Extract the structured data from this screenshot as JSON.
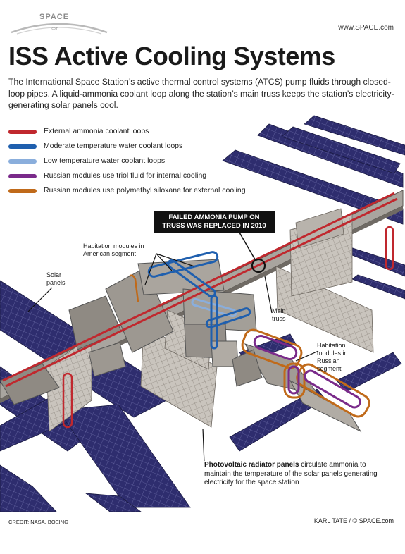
{
  "header": {
    "logo_text": "SPACE",
    "logo_suffix": ".com",
    "site_url": "www.SPACE.com"
  },
  "title": "ISS Active Cooling Systems",
  "intro": "The International Space Station’s active thermal control systems (ATCS) pump fluids through closed-loop pipes. A liquid-ammonia coolant loop along the station’s main truss keeps the station’s electricity-generating solar panels cool.",
  "legend": [
    {
      "label": "External ammonia coolant loops",
      "color": "#c0282e"
    },
    {
      "label": "Moderate temperature water coolant loops",
      "color": "#1f5fae"
    },
    {
      "label": "Low temperature water coolant loops",
      "color": "#8aaedc"
    },
    {
      "label": "Russian modules use triol fluid for internal cooling",
      "color": "#7a2a8a"
    },
    {
      "label": "Russian modules use polymethyl siloxane for external cooling",
      "color": "#c06a1a"
    }
  ],
  "callouts": {
    "failed_pump_line1": "FAILED AMMONIA PUMP ON",
    "failed_pump_line2": "TRUSS WAS REPLACED IN 2010",
    "solar_line1": "Solar",
    "solar_line2": "panels",
    "hab_us_line1": "Habitation modules in",
    "hab_us_line2": "American segment",
    "truss_line1": "Main",
    "truss_line2": "truss",
    "hab_ru_line1": "Habitation",
    "hab_ru_line2": "modules in",
    "hab_ru_line3": "Russian",
    "hab_ru_line4": "segment",
    "pv_lead": "Photovoltaic radiator panels",
    "pv_rest": " circulate ammonia to maintain the temperature of the solar panels generating electricity for the space station"
  },
  "footer": {
    "credit_left": "CREDIT: NASA, BOEING",
    "credit_right": "KARL TATE / © SPACE.com"
  }
}
